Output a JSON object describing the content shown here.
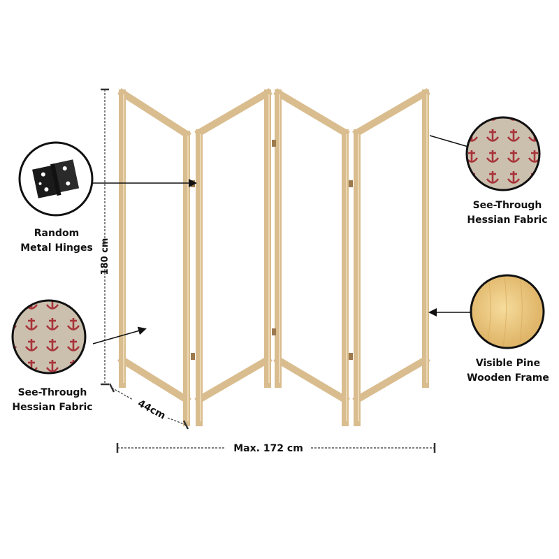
{
  "labels": {
    "hinges": [
      "Random",
      "Metal Hinges"
    ],
    "fabric_left": [
      "See-Through",
      "Hessian Fabric"
    ],
    "fabric_right": [
      "See-Through",
      "Hessian Fabric"
    ],
    "frame": [
      "Visible Pine",
      "Wooden Frame"
    ]
  },
  "dimensions": {
    "height": "180 cm",
    "depth": "44cm",
    "width": "Max. 172 cm"
  },
  "colors": {
    "wood": "#d9bd8f",
    "wood_light": "#ecd8b4",
    "fabric": "#cbbfae",
    "anchor": "#a8343a",
    "pine": "#f0d08a"
  }
}
